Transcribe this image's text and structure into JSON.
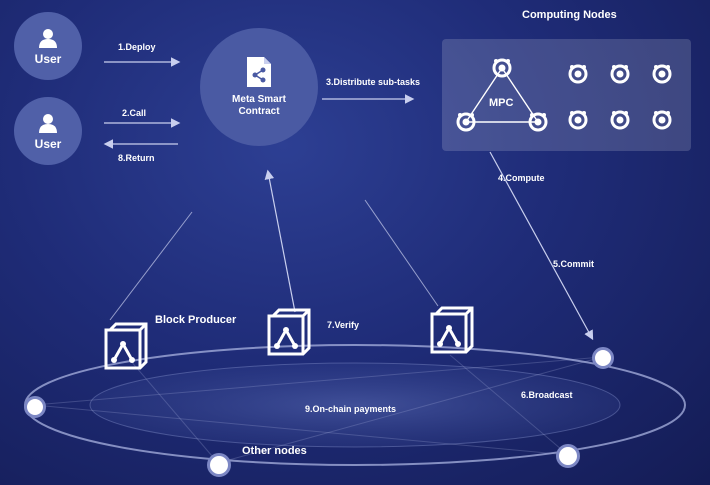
{
  "users": [
    {
      "label": "User"
    },
    {
      "label": "User"
    }
  ],
  "contract": {
    "label": "Meta Smart Contract"
  },
  "computing_nodes": {
    "title": "Computing Nodes",
    "mpc_label": "MPC"
  },
  "block_producer": {
    "title": "Block Producer"
  },
  "other_nodes": {
    "label": "Other nodes"
  },
  "steps": {
    "deploy": "1.Deploy",
    "call": "2.Call",
    "distribute": "3.Distribute sub-tasks",
    "compute": "4.Compute",
    "commit": "5.Commit",
    "broadcast": "6.Broadcast",
    "verify": "7.Verify",
    "return": "8.Return",
    "payments": "9.On-chain payments"
  },
  "colors": {
    "background": "#1f2c78",
    "circle": "#4a5aa3",
    "panel": "#3f4f96",
    "accent": "#ffffff"
  },
  "icons": [
    "user-icon",
    "document-share-icon",
    "node-icon",
    "block-icon"
  ]
}
